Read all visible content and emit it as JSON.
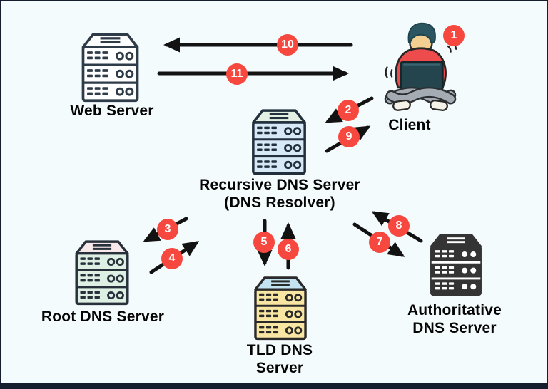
{
  "diagram": {
    "type": "dns-resolution-flow-diagram",
    "background_color": "#f4fbfd",
    "border_color": "#141e2c",
    "arrow_color": "#121212",
    "badge_color": "#f74840",
    "badge_text_color": "#ffffff",
    "label_text_color": "#050505",
    "nodes": {
      "web_server": {
        "label": "Web Server",
        "colors": {
          "top": "#fdfdfd",
          "body": "#ffffff",
          "stroke": "#2e3b49",
          "detail": "#2e3b49",
          "sep": "#2e3b49",
          "circle_fill": "none",
          "circle_stroke": "#2e3b49"
        }
      },
      "client": {
        "label": "Client",
        "badge": "1"
      },
      "recursive_dns": {
        "label_line1": "Recursive DNS Server",
        "label_line2": "(DNS Resolver)",
        "colors": {
          "top": "#e2efe2",
          "body": "#d7e9f6",
          "stroke": "#22303e",
          "detail": "#22303e",
          "sep": "#22303e",
          "circle_fill": "none",
          "circle_stroke": "#22303e"
        }
      },
      "root_dns": {
        "label": "Root DNS Server",
        "colors": {
          "top": "#f7e8ea",
          "body": "#def0e4",
          "stroke": "#28313b",
          "detail": "#28313b",
          "sep": "#28313b",
          "circle_fill": "none",
          "circle_stroke": "#28313b"
        }
      },
      "tld_dns": {
        "label_line1": "TLD DNS",
        "label_line2": "Server",
        "colors": {
          "top": "#c4e3f2",
          "body": "#f9e6a2",
          "stroke": "#2a2a2a",
          "detail": "#2a2a2a",
          "sep": "#2a2a2a",
          "circle_fill": "none",
          "circle_stroke": "#2a2a2a"
        }
      },
      "authoritative_dns": {
        "label_line1": "Authoritative",
        "label_line2": "DNS Server",
        "colors": {
          "top": "#343434",
          "body": "#343434",
          "stroke": "#343434",
          "detail": "#ffffff",
          "sep": "#ffffff",
          "circle_fill": "#ffffff",
          "circle_stroke": "none"
        }
      }
    },
    "steps": [
      "1",
      "2",
      "3",
      "4",
      "5",
      "6",
      "7",
      "8",
      "9",
      "10",
      "11"
    ]
  }
}
